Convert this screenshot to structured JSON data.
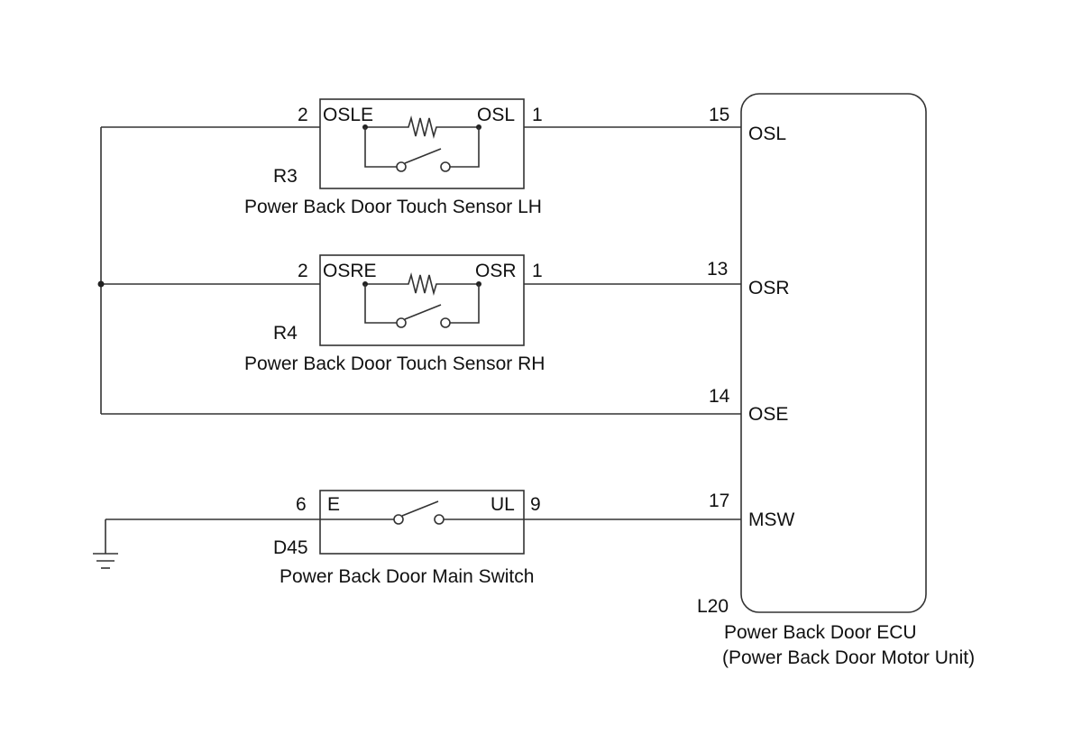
{
  "sensor_lh": {
    "code": "R3",
    "name": "Power Back Door Touch Sensor LH",
    "pin_left_num": "2",
    "pin_left_name": "OSLE",
    "pin_right_name": "OSL",
    "pin_right_num": "1"
  },
  "sensor_rh": {
    "code": "R4",
    "name": "Power Back Door Touch Sensor RH",
    "pin_left_num": "2",
    "pin_left_name": "OSRE",
    "pin_right_name": "OSR",
    "pin_right_num": "1"
  },
  "main_switch": {
    "code": "D45",
    "name": "Power Back Door Main Switch",
    "pin_left_num": "6",
    "pin_left_name": "E",
    "pin_right_name": "UL",
    "pin_right_num": "9"
  },
  "ecu": {
    "code": "L20",
    "name_line1": "Power Back Door ECU",
    "name_line2": "(Power Back Door Motor Unit)",
    "pins": [
      {
        "num": "15",
        "name": "OSL"
      },
      {
        "num": "13",
        "name": "OSR"
      },
      {
        "num": "14",
        "name": "OSE"
      },
      {
        "num": "17",
        "name": "MSW"
      }
    ]
  },
  "symbols": {
    "ground": "ground-symbol",
    "resistor": "resistor-symbol",
    "switch": "switch-symbol"
  }
}
